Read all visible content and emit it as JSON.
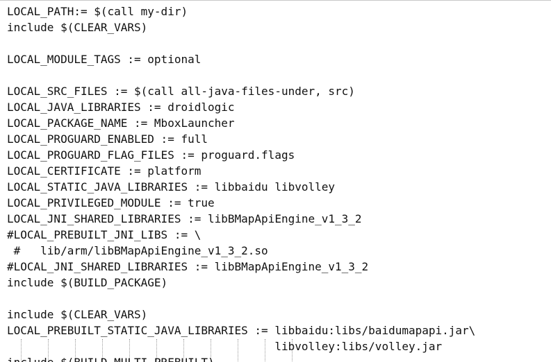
{
  "editor": {
    "lines": [
      "LOCAL_PATH:= $(call my-dir)",
      "include $(CLEAR_VARS)",
      "",
      "LOCAL_MODULE_TAGS := optional",
      "",
      "LOCAL_SRC_FILES := $(call all-java-files-under, src)",
      "LOCAL_JAVA_LIBRARIES := droidlogic",
      "LOCAL_PACKAGE_NAME := MboxLauncher",
      "LOCAL_PROGUARD_ENABLED := full",
      "LOCAL_PROGUARD_FLAG_FILES := proguard.flags",
      "LOCAL_CERTIFICATE := platform",
      "LOCAL_STATIC_JAVA_LIBRARIES := libbaidu libvolley",
      "LOCAL_PRIVILEGED_MODULE := true",
      "LOCAL_JNI_SHARED_LIBRARIES := libBMapApiEngine_v1_3_2",
      "#LOCAL_PREBUILT_JNI_LIBS := \\",
      " #   lib/arm/libBMapApiEngine_v1_3_2.so",
      "#LOCAL_JNI_SHARED_LIBRARIES := libBMapApiEngine_v1_3_2",
      "include $(BUILD_PACKAGE)",
      "",
      "include $(CLEAR_VARS)",
      "LOCAL_PREBUILT_STATIC_JAVA_LIBRARIES := libbaidu:libs/baidumapapi.jar\\",
      "                                        libvolley:libs/volley.jar",
      "include $(BUILD_MULTI_PREBUILT)"
    ]
  },
  "colors": {
    "background": "#ffffff",
    "text": "#111111",
    "guide": "#9a9a9a"
  }
}
